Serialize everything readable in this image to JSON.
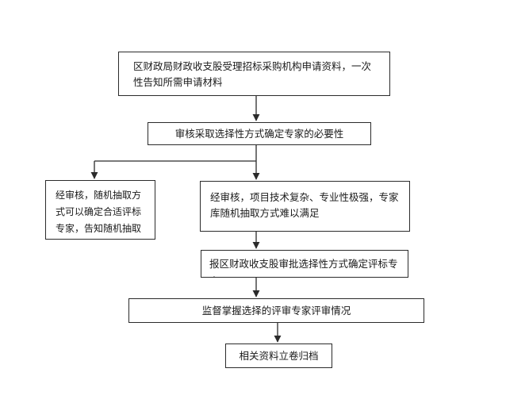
{
  "flow": {
    "step1": "区财政局财政收支股受理招标采购机构申请资料，一次性告知所需申请材料",
    "step2": "审核采取选择性方式确定专家的必要性",
    "branch_left": "经审核，随机抽取方式可以确定合适评标专家，告知随机抽取",
    "branch_right": "经审核，项目技术复杂、专业性极强，专家库随机抽取方式难以满足",
    "step3": "报区财政收支股审批选择性方式确定评标专家",
    "step4": "监督掌握选择的评审专家评审情况",
    "step5": "相关资料立卷归档"
  }
}
